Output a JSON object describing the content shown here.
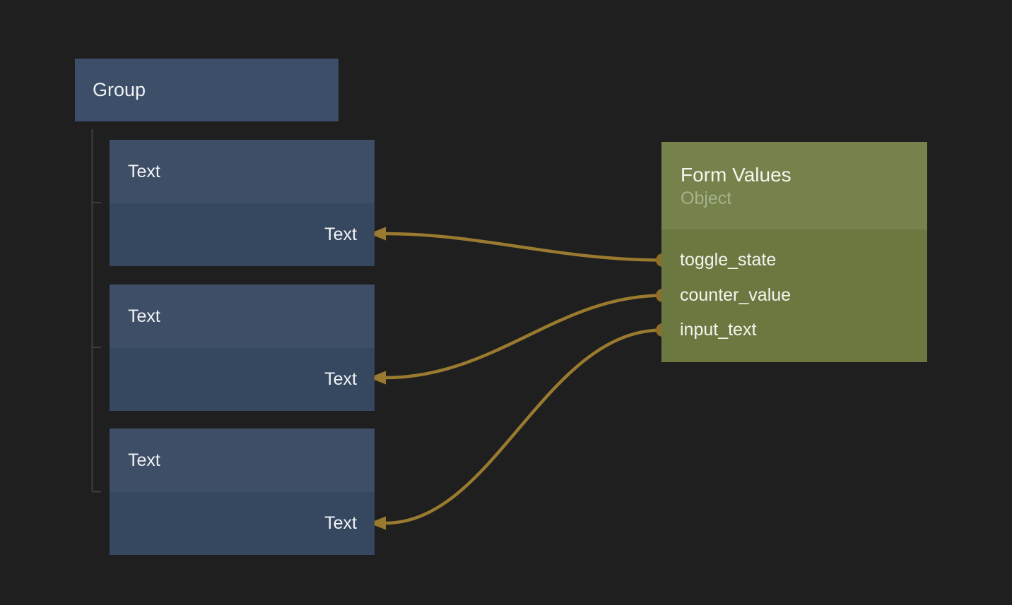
{
  "group_node": {
    "title": "Group"
  },
  "text_nodes": [
    {
      "title": "Text",
      "input_label": "Text"
    },
    {
      "title": "Text",
      "input_label": "Text"
    },
    {
      "title": "Text",
      "input_label": "Text"
    }
  ],
  "form_values_node": {
    "title": "Form Values",
    "subtitle": "Object",
    "outputs": [
      {
        "label": "toggle_state"
      },
      {
        "label": "counter_value"
      },
      {
        "label": "input_text"
      }
    ]
  },
  "connections": [
    {
      "from": "toggle_state",
      "to": "text-node-1-input"
    },
    {
      "from": "counter_value",
      "to": "text-node-2-input"
    },
    {
      "from": "input_text",
      "to": "text-node-3-input"
    }
  ],
  "colors": {
    "background": "#1f1f20",
    "group_header": "#3c4e68",
    "node_blue_header": "#3d4e66",
    "node_blue_body": "#364760",
    "form_node_header": "#75824b",
    "form_node_body": "#6b7941",
    "wire": "#9a7a2e",
    "port": "#8d6d27",
    "tree_line": "#3d3d3f"
  }
}
